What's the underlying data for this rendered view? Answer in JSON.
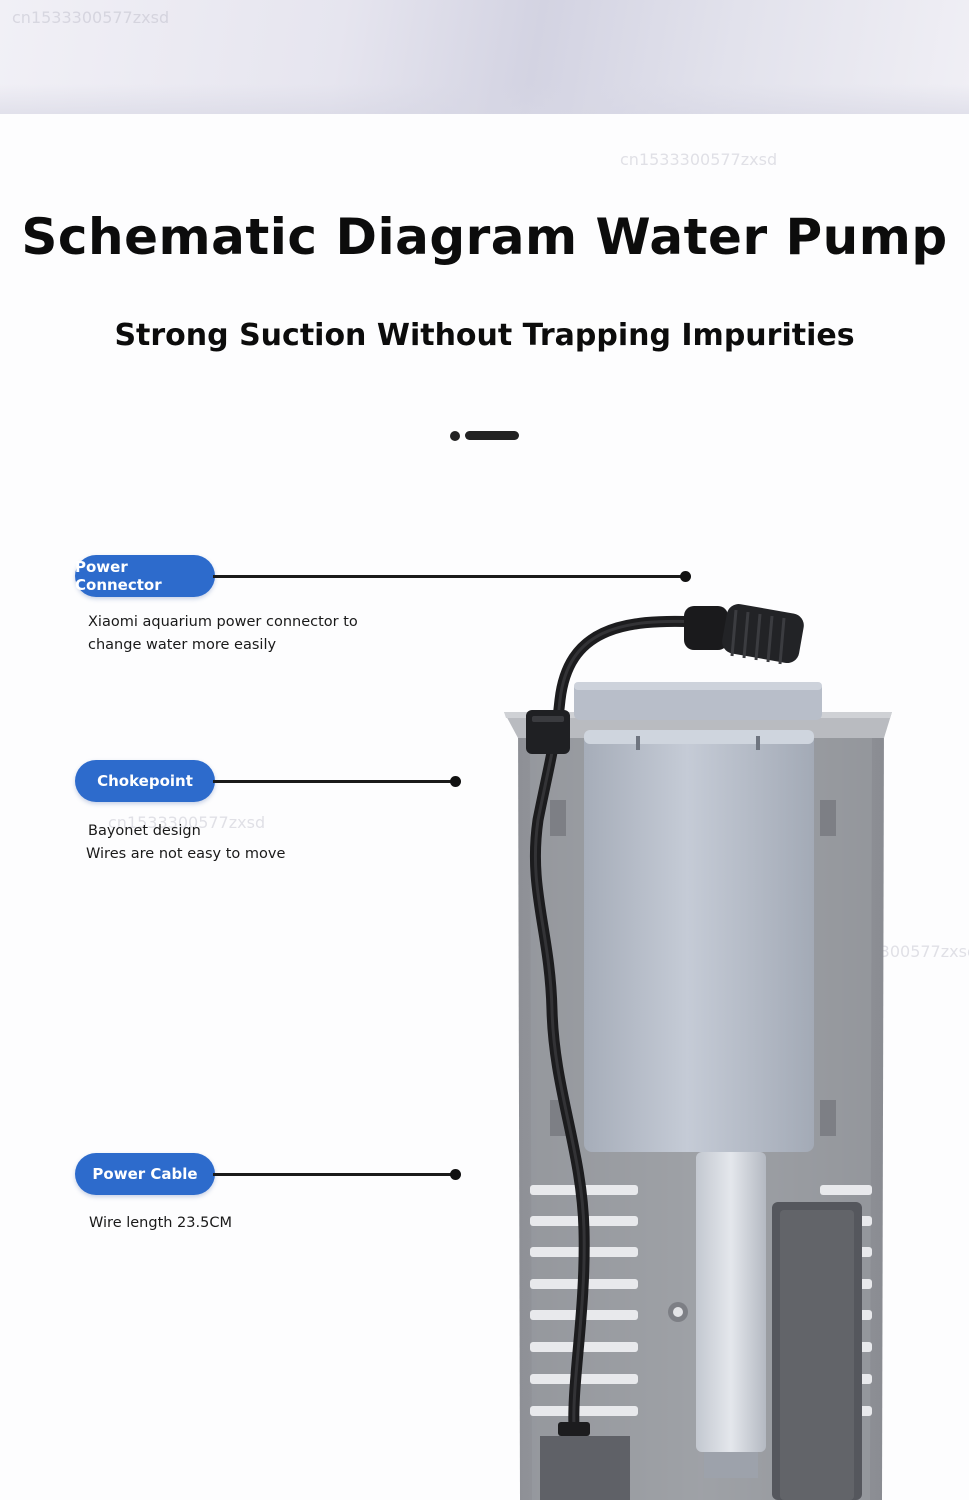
{
  "watermark": "cn1533300577zxsd",
  "title": "Schematic Diagram Water Pump",
  "subtitle": "Strong Suction Without Trapping Impurities",
  "callouts": [
    {
      "label": "Power Connector",
      "lines": [
        "Xiaomi aquarium power connector to",
        "change water more easily"
      ]
    },
    {
      "label": "Chokepoint",
      "lines": [
        "Bayonet design",
        "Wires are not easy to move"
      ]
    },
    {
      "label": "Power Cable",
      "lines": [
        "Wire length 23.5CM"
      ]
    }
  ],
  "colors": {
    "pill": "#2d6bcc",
    "line": "#1a1a1a",
    "housing": "#9ea0a6",
    "cover": "#b9c0cc"
  }
}
